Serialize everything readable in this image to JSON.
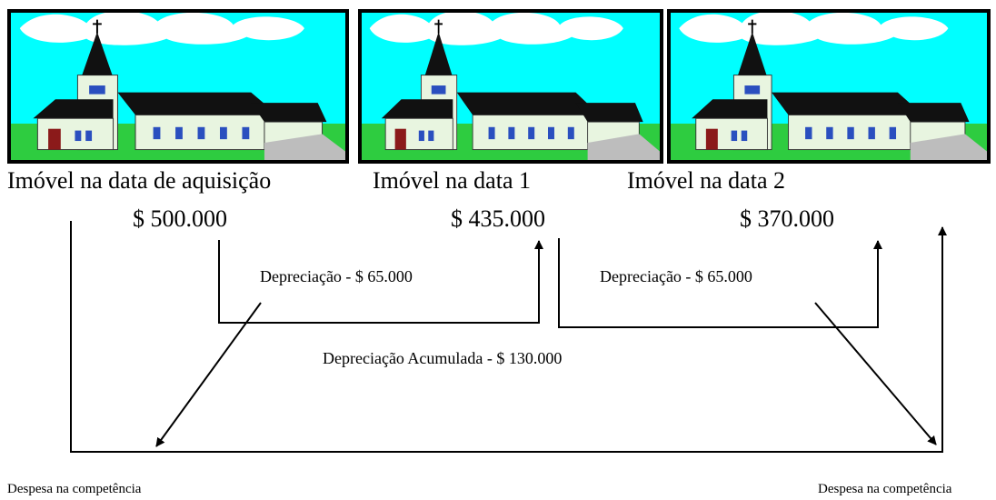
{
  "images": [
    {
      "caption": "Imóvel na data de aquisição",
      "value": "$ 500.000"
    },
    {
      "caption": "Imóvel na data 1",
      "value": "$ 435.000"
    },
    {
      "caption": "Imóvel na data 2",
      "value": "$ 370.000"
    }
  ],
  "labels": {
    "depreciation_1": "Depreciação - $ 65.000",
    "depreciation_2": "Depreciação - $ 65.000",
    "accumulated": "Depreciação Acumulada - $ 130.000",
    "expense_left": "Despesa na competência",
    "expense_right": "Despesa na competência"
  },
  "colors": {
    "sky": "#00ffff",
    "cloud": "#ffffff",
    "grass": "#2ecc40",
    "wall": "#e8f5e0",
    "roof": "#111111",
    "door": "#8b1a1a",
    "window": "#2a4fbf"
  }
}
